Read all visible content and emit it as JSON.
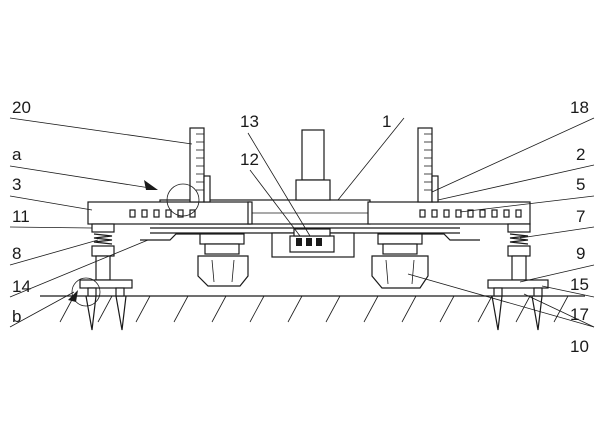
{
  "labels": {
    "l20": "20",
    "la": "a",
    "l3": "3",
    "l11": "11",
    "l8": "8",
    "l14": "14",
    "lb": "b",
    "l13": "13",
    "l12": "12",
    "l1": "1",
    "l18": "18",
    "l2": "2",
    "l5": "5",
    "l7": "7",
    "l9": "9",
    "l15": "15",
    "l17": "17",
    "l10": "10"
  }
}
